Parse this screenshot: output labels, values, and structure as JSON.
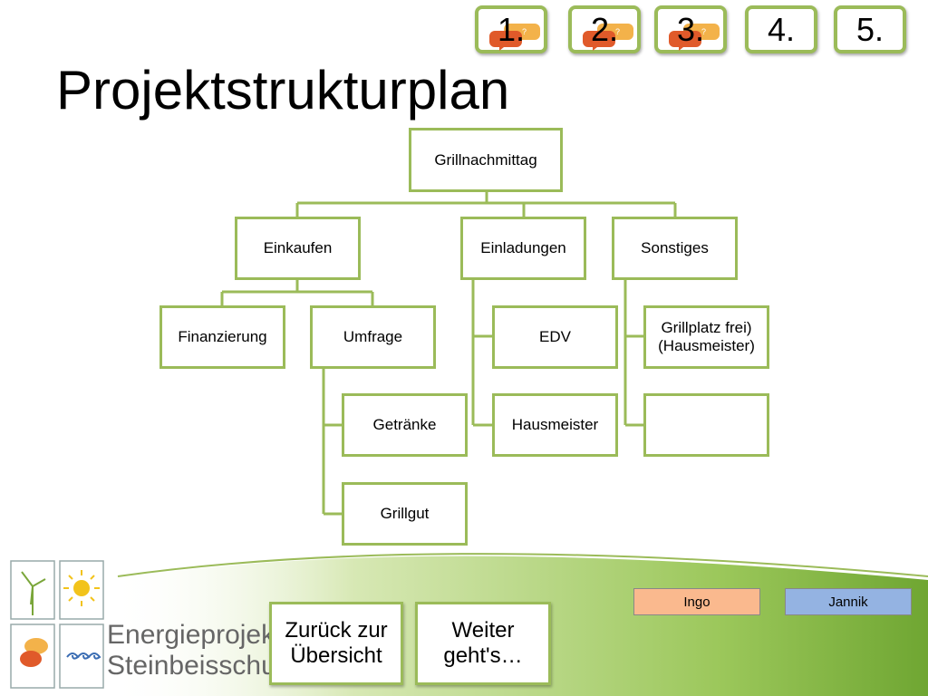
{
  "steps": [
    {
      "label": "1.",
      "bubbles": true
    },
    {
      "label": "2.",
      "bubbles": true
    },
    {
      "label": "3.",
      "bubbles": true
    },
    {
      "label": "4.",
      "bubbles": false
    },
    {
      "label": "5.",
      "bubbles": false
    }
  ],
  "title": "Projektstrukturplan",
  "chart": {
    "root": "Grillnachmittag",
    "level1": [
      "Einkaufen",
      "Einladungen",
      "Sonstiges"
    ],
    "einkaufen": [
      "Finanzierung",
      "Umfrage"
    ],
    "umfrage": [
      "Getränke",
      "Grillgut"
    ],
    "einladungen": [
      "EDV",
      "Hausmeister"
    ],
    "sonstiges": [
      "Grillplatz frei) (Hausmeister)",
      ""
    ]
  },
  "tags": {
    "ingo": "Ingo",
    "jannik": "Jannik"
  },
  "nav": {
    "back": "Zurück zur Übersicht",
    "next": "Weiter geht's…"
  },
  "logo": {
    "line1": "Energieprojekt",
    "line2": "Steinbeisschule"
  },
  "colors": {
    "accent": "#9bbb59",
    "ingo": "#fab98e",
    "jannik": "#94b3e2",
    "bubble_orange": "#e8a13c",
    "bubble_red": "#d9572b"
  }
}
